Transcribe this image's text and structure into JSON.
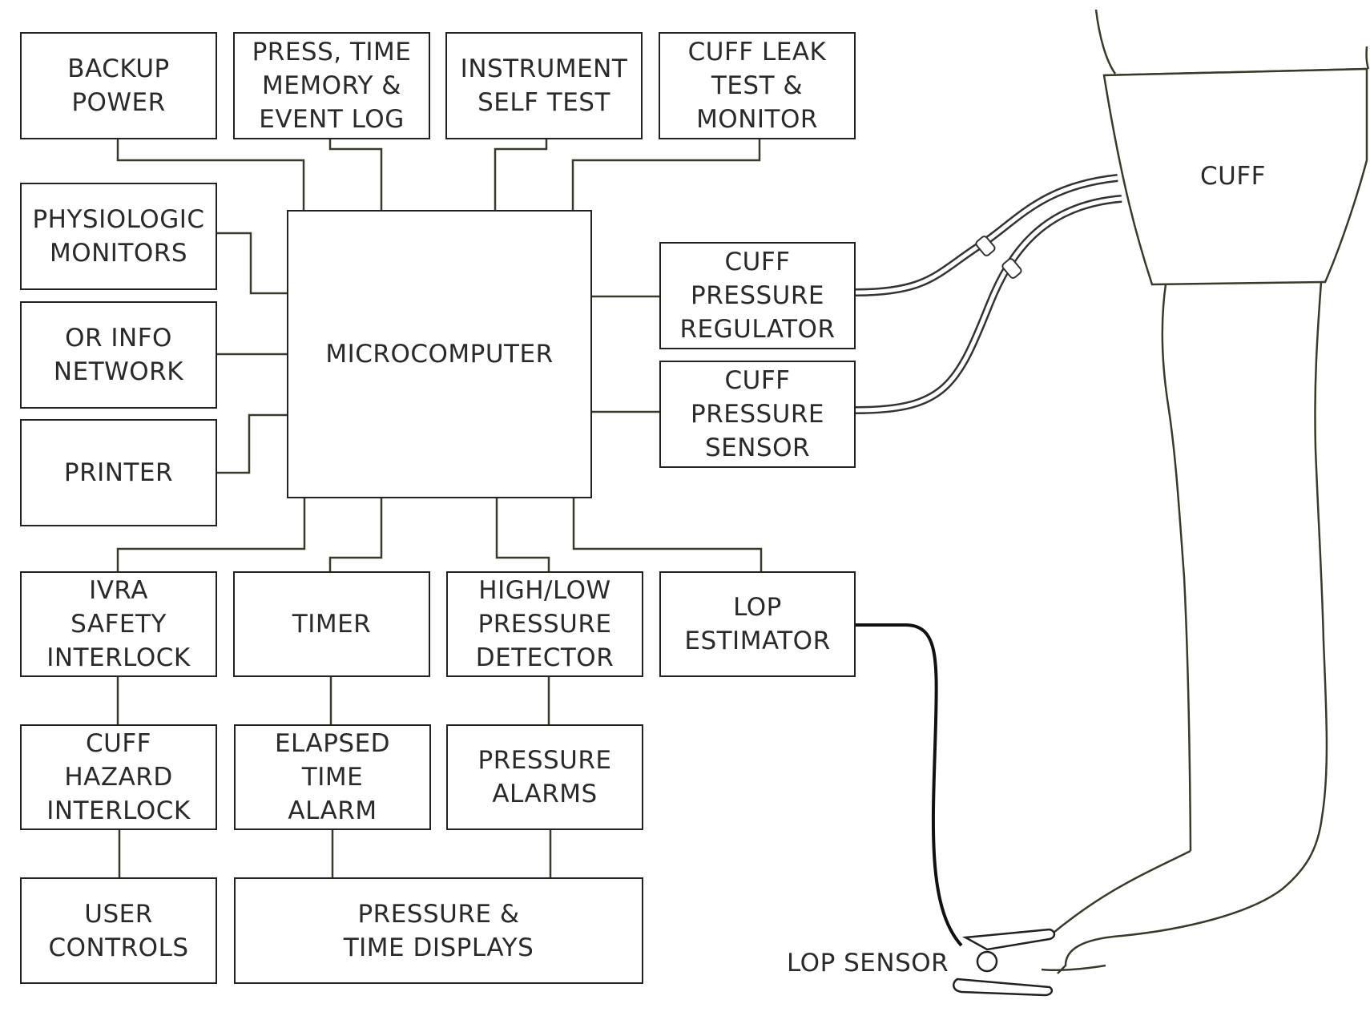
{
  "blocks": {
    "backup_power": [
      "BACKUP",
      "POWER"
    ],
    "memory_log": [
      "PRESS, TIME",
      "MEMORY &",
      "EVENT LOG"
    ],
    "self_test": [
      "INSTRUMENT",
      "SELF TEST"
    ],
    "leak_test": [
      "CUFF LEAK",
      "TEST &",
      "MONITOR"
    ],
    "physiologic": [
      "PHYSIOLOGIC",
      "MONITORS"
    ],
    "or_network": [
      "OR INFO",
      "NETWORK"
    ],
    "printer": [
      "PRINTER"
    ],
    "microcomputer": [
      "MICROCOMPUTER"
    ],
    "regulator": [
      "CUFF",
      "PRESSURE",
      "REGULATOR"
    ],
    "sensor": [
      "CUFF",
      "PRESSURE",
      "SENSOR"
    ],
    "ivra": [
      "IVRA",
      "SAFETY",
      "INTERLOCK"
    ],
    "timer": [
      "TIMER"
    ],
    "hilo_detector": [
      "HIGH/LOW",
      "PRESSURE",
      "DETECTOR"
    ],
    "lop_estimator": [
      "LOP",
      "ESTIMATOR"
    ],
    "hazard_interlock": [
      "CUFF",
      "HAZARD",
      "INTERLOCK"
    ],
    "elapsed_alarm": [
      "ELAPSED",
      "TIME",
      "ALARM"
    ],
    "pressure_alarms": [
      "PRESSURE",
      "ALARMS"
    ],
    "user_controls": [
      "USER",
      "CONTROLS"
    ],
    "displays": [
      "PRESSURE &",
      "TIME DISPLAYS"
    ]
  },
  "labels": {
    "cuff": "CUFF",
    "lop_sensor": "LOP SENSOR"
  },
  "colors": {
    "line": "#3a3a2a",
    "box_border": "#222222",
    "text": "#2a2a2a"
  }
}
